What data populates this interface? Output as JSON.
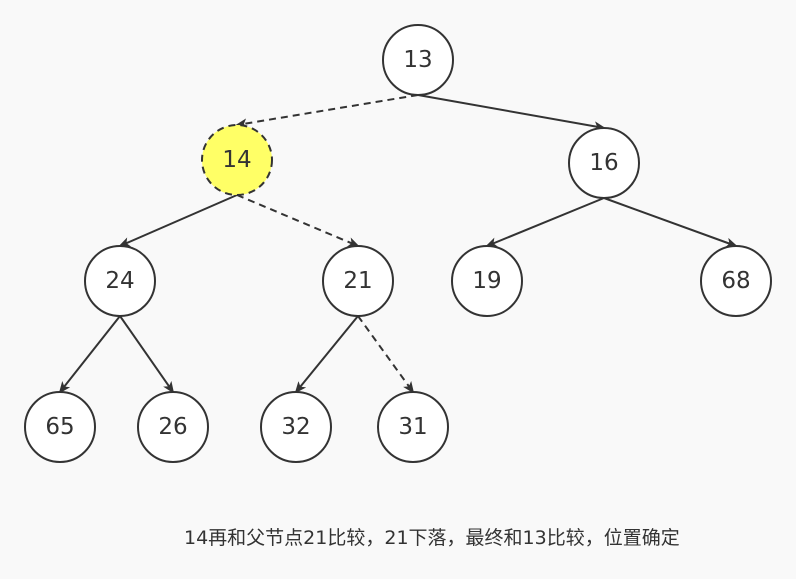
{
  "tree": {
    "nodes": [
      {
        "id": "n13",
        "label": "13",
        "state": "normal"
      },
      {
        "id": "n14",
        "label": "14",
        "state": "highlighted"
      },
      {
        "id": "n16",
        "label": "16",
        "state": "normal"
      },
      {
        "id": "n24",
        "label": "24",
        "state": "normal"
      },
      {
        "id": "n21",
        "label": "21",
        "state": "normal"
      },
      {
        "id": "n19",
        "label": "19",
        "state": "normal"
      },
      {
        "id": "n68",
        "label": "68",
        "state": "normal"
      },
      {
        "id": "n65",
        "label": "65",
        "state": "normal"
      },
      {
        "id": "n26",
        "label": "26",
        "state": "normal"
      },
      {
        "id": "n32",
        "label": "32",
        "state": "normal"
      },
      {
        "id": "n31",
        "label": "31",
        "state": "normal"
      }
    ],
    "edges": [
      {
        "from": "n13",
        "to": "n14",
        "style": "dashed"
      },
      {
        "from": "n13",
        "to": "n16",
        "style": "solid"
      },
      {
        "from": "n14",
        "to": "n24",
        "style": "solid"
      },
      {
        "from": "n14",
        "to": "n21",
        "style": "dashed"
      },
      {
        "from": "n16",
        "to": "n19",
        "style": "solid"
      },
      {
        "from": "n16",
        "to": "n68",
        "style": "solid"
      },
      {
        "from": "n24",
        "to": "n65",
        "style": "solid"
      },
      {
        "from": "n24",
        "to": "n26",
        "style": "solid"
      },
      {
        "from": "n21",
        "to": "n32",
        "style": "solid"
      },
      {
        "from": "n21",
        "to": "n31",
        "style": "dashed"
      }
    ]
  },
  "colors": {
    "highlight_fill": "#ffff66",
    "node_fill": "#ffffff",
    "stroke": "#333333",
    "background": "#f9f9f9"
  },
  "caption": "14再和父节点21比较，21下落，最终和13比较，位置确定"
}
